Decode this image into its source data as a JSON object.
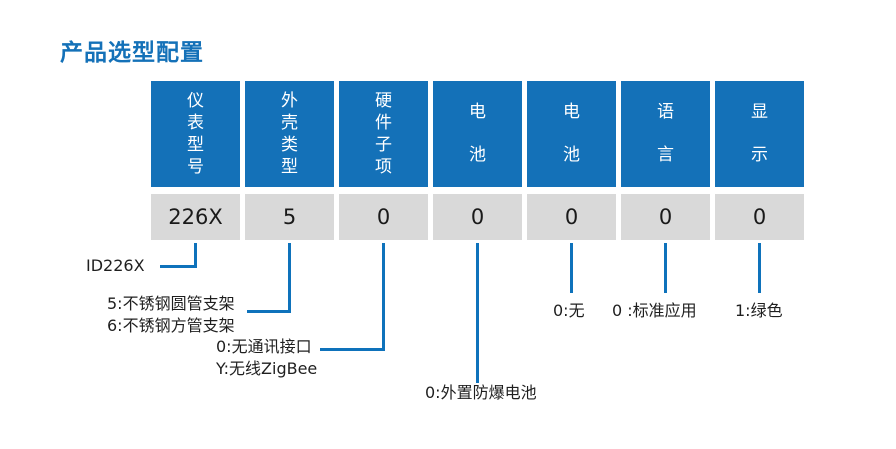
{
  "page_title": "产品选型配置",
  "table": {
    "columns": [
      {
        "header": "仪表型号",
        "value": "226X"
      },
      {
        "header": "外壳类型",
        "value": "5"
      },
      {
        "header": "硬件子项",
        "value": "0"
      },
      {
        "header": "电池",
        "value": "0"
      },
      {
        "header": "电池",
        "value": "0"
      },
      {
        "header": "语言",
        "value": "0"
      },
      {
        "header": "显示",
        "value": "0"
      }
    ]
  },
  "annotations": {
    "model": {
      "lines": [
        "ID226X"
      ]
    },
    "housing": {
      "lines": [
        "5:不锈钢圆管支架",
        "6:不锈钢方管支架"
      ]
    },
    "hardware": {
      "lines": [
        "0:无通讯接口",
        "Y:无线ZigBee"
      ]
    },
    "battery1": {
      "lines": [
        "0:外置防爆电池"
      ]
    },
    "battery2": {
      "lines": [
        "0:无"
      ]
    },
    "language": {
      "lines": [
        "0 :标准应用"
      ]
    },
    "display": {
      "lines": [
        "1:绿色"
      ]
    }
  },
  "colors": {
    "accent_blue": "#1471b8",
    "leader_line_blue": "#0e72bb",
    "cell_gray": "#d9d9d9",
    "text_dark": "#1f1f1f"
  }
}
